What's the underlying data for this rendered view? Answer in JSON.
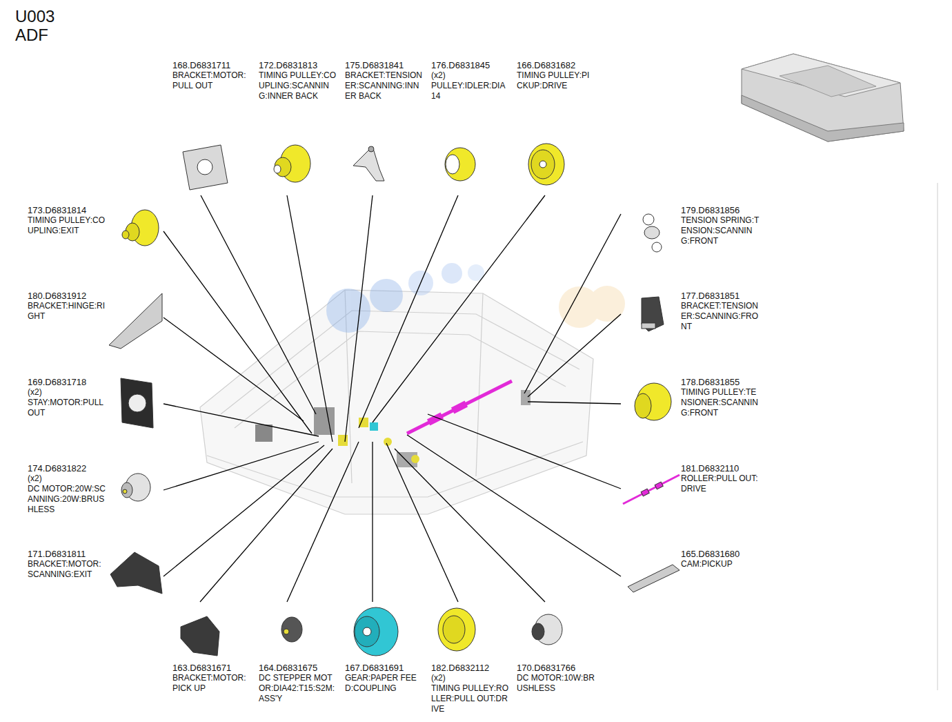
{
  "diagram": {
    "title": "U003 ADF",
    "labels": [
      "168.D6831711",
      "BRACKET:MOTOR:PULL OUT",
      "172.D6831813",
      "TIMING PULLEY:COUPLING:SCANNING:INNER BACK",
      "175.D6831841",
      "BRACKET:TENSIONER:SCANNING:INNER BACK",
      "176.D6831845",
      "(x2)",
      "PULLEY:IDLER:DIA14",
      "166.D6831682",
      "TIMING PULLEY:PICKUP:DRIVE",
      "173.D6831814",
      "TIMING PULLEY:COUPLING:EXIT",
      "179.D6831856",
      "TENSION SPRING:TENSION:SCANNING:FRONT",
      "180.D6831912",
      "BRACKET:HINGE:RIGHT",
      "177.D6831851",
      "BRACKET:TENSIONER:SCANNING:FRONT",
      "169.D6831718",
      "(x2)",
      "STAY:MOTOR:PULL OUT",
      "178.D6831855",
      "TIMING PULLEY:TENSIONER:SCANNING:FRONT",
      "174.D6831822",
      "(x2)",
      "DC MOTOR:20W:SCANNING:20W:BRUSHLESS",
      "181.D6832110",
      "ROLLER:PULL OUT:DRIVE",
      "171.D6831811",
      "BRACKET:MOTOR:SCANNING:EXIT",
      "165.D6831680",
      "CAM:PICKUP",
      "163.D6831671",
      "BRACKET:MOTOR:PICK UP",
      "164.D6831675",
      "DC STEPPER MOTOR:DIA42:T15:S2M:ASS'Y",
      "167.D6831691",
      "GEAR:PAPER FEED:COUPLING",
      "182.D6832112",
      "(x2)",
      "TIMING PULLEY:ROLLER:PULL OUT:DRIVE",
      "170.D6831766",
      "DC MOTOR:10W:BRUSHLESS"
    ]
  }
}
